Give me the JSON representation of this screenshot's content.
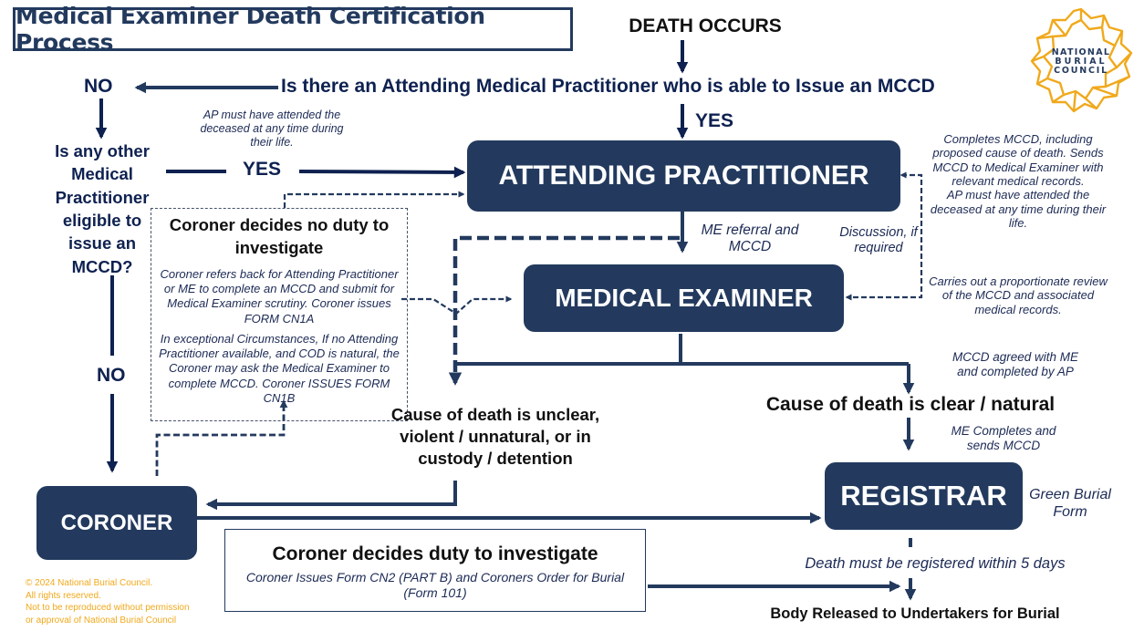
{
  "title": "Medical Examiner Death Certification Process",
  "logo": {
    "lines": [
      "NATIONAL",
      "BURIAL",
      "COUNCIL"
    ],
    "color": "#f0a91c"
  },
  "colors": {
    "navy": "#233a5e",
    "dark_navy": "#0e2150",
    "gold": "#f0a91c"
  },
  "start": "DEATH OCCURS",
  "question_main": "Is there an Attending Medical Practitioner who is able to Issue an MCCD",
  "labels": {
    "no_top": "NO",
    "yes_top": "YES",
    "yes_left": "YES",
    "no_left": "NO"
  },
  "question_other": "Is any other Medical Practitioner eligible to issue an MCCD?",
  "notes": {
    "ap_attended": "AP must have attended the deceased at any time during their life.",
    "me_referral": "ME referral and MCCD",
    "discussion": "Discussion, if required",
    "ap_right_1": "Completes MCCD, including proposed cause of death. Sends MCCD to Medical Examiner with relevant medical records.",
    "ap_right_2": "AP must have attended the deceased at any time during their life.",
    "me_right": "Carries out a proportionate review of the MCCD and associated medical records.",
    "mccd_agreed": "MCCD agreed with ME and completed by AP",
    "me_completes": "ME Completes and sends MCCD",
    "green_form": "Green Burial Form",
    "register_5_days": "Death must be registered within 5 days"
  },
  "nodes": {
    "attending_practitioner": "ATTENDING PRACTITIONER",
    "medical_examiner": "MEDICAL EXAMINER",
    "coroner": "CORONER",
    "registrar": "REGISTRAR"
  },
  "no_duty_box": {
    "heading": "Coroner decides no duty to investigate",
    "para1": "Coroner refers back for Attending Practitioner or ME to complete an MCCD and submit for Medical Examiner scrutiny. Coroner issues FORM CN1A",
    "para2": "In exceptional Circumstances, If no Attending Practitioner available, and COD is natural, the Coroner may ask the Medical Examiner to complete MCCD. Coroner ISSUES FORM CN1B"
  },
  "outcomes": {
    "unclear": "Cause of death is unclear, violent / unnatural, or in custody / detention",
    "clear": "Cause of death is clear / natural",
    "body_released": "Body Released to Undertakers for Burial"
  },
  "duty_box": {
    "heading": "Coroner decides duty to investigate",
    "body": "Coroner Issues Form CN2 (PART B) and  Coroners Order for Burial (Form 101)"
  },
  "copyright": {
    "line1": "© 2024 National Burial Council.",
    "line2": "All rights reserved.",
    "line3": "Not to be reproduced without permission",
    "line4": "or approval of National Burial Council"
  }
}
